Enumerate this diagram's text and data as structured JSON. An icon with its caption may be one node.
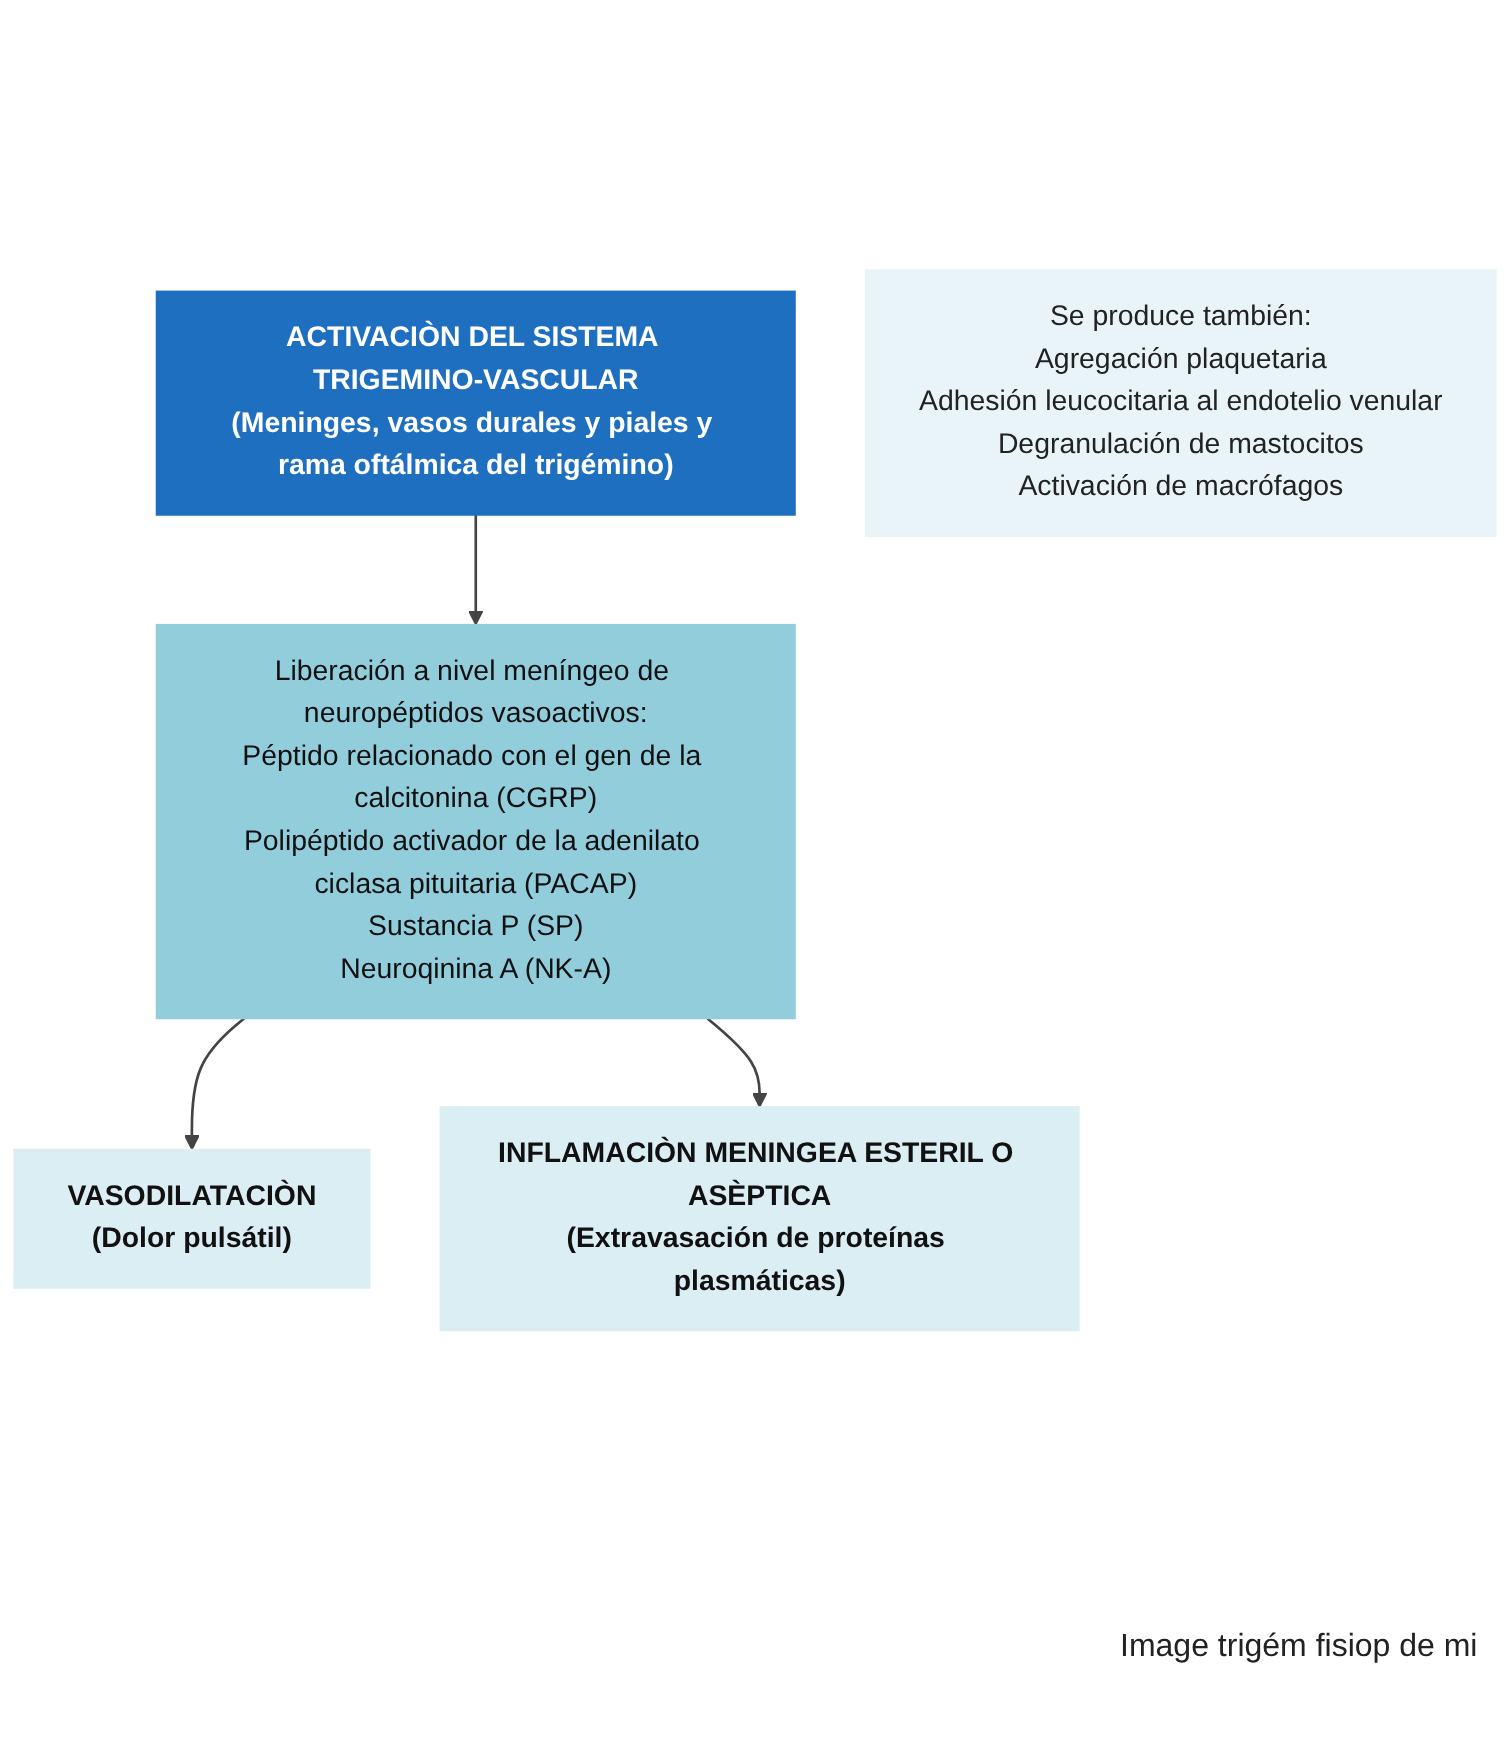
{
  "diagram": {
    "caption": "Image trigém fisiop de mi",
    "nodes": [
      {
        "text": [
          "ACTIVACIÒN DEL SISTEMA TRIGEMINO-VASCULAR",
          "(Meninges, vasos durales y piales y rama oftálmica del trigémino)"
        ]
      },
      {
        "text": [
          "Liberación a nivel meníngeo de neuropéptidos vasoactivos:",
          "Péptido relacionado con el gen de la calcitonina (CGRP)",
          "Polipéptido activador de la adenilato ciclasa pituitaria (PACAP)",
          "Sustancia P (SP)",
          "Neuroqinina A (NK-A)"
        ]
      },
      {
        "text": [
          "VASODILATACIÒN",
          "(Dolor pulsátil)"
        ]
      },
      {
        "text": [
          "INFLAMACIÒN MENINGEA ESTERIL O ASÈPTICA",
          "(Extravasación de proteínas plasmáticas)"
        ]
      },
      {
        "text": [
          "Se produce también:",
          "Agregación plaquetaria",
          "Adhesión leucocitaria al endotelio venular",
          "Degranulación de mastocitos",
          "Activación de macrófagos"
        ]
      }
    ],
    "edges": [
      {
        "from": 0,
        "to": 1,
        "arrow": "to"
      },
      {
        "from": 1,
        "to": 2,
        "arrow": "to"
      },
      {
        "from": 1,
        "to": 3,
        "arrow": "to"
      }
    ]
  }
}
